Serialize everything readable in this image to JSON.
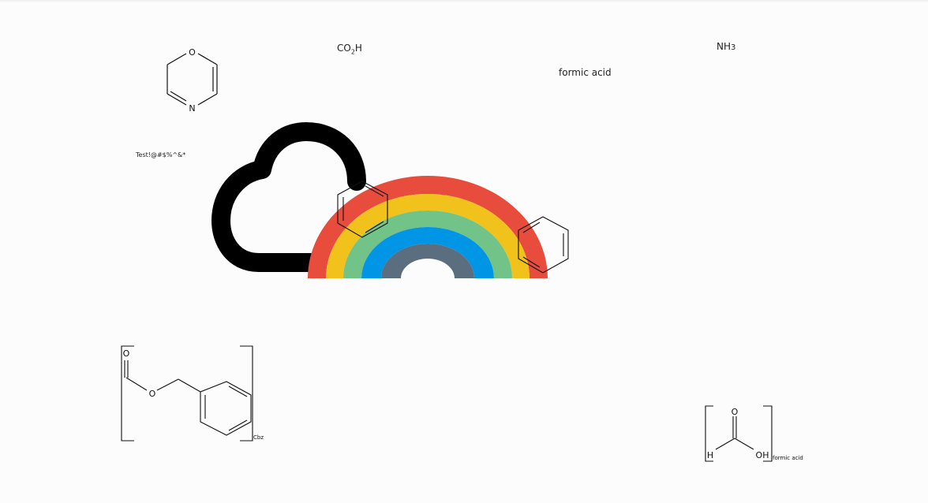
{
  "labels": {
    "co2h_main": "CO",
    "co2h_sub": "2",
    "co2h_end": "H",
    "nh3_main": "NH",
    "nh3_sub": "3",
    "formic_acid_label": "formic acid",
    "test_text": "Test!@#$%^&*"
  },
  "molecules": {
    "oxazine": {
      "atom_o": "O",
      "atom_n": "N"
    },
    "cbz": {
      "atom_o_top": "O",
      "atom_o_ester": "O",
      "caption": "Cbz"
    },
    "formic_acid": {
      "atom_o": "O",
      "atom_h": "H",
      "atom_oh": "OH",
      "caption": "formic acid"
    }
  },
  "rainbow": {
    "band_colors": [
      "#e84c3d",
      "#f1c21b",
      "#72c387",
      "#0096e5",
      "#5a6e7f"
    ]
  }
}
